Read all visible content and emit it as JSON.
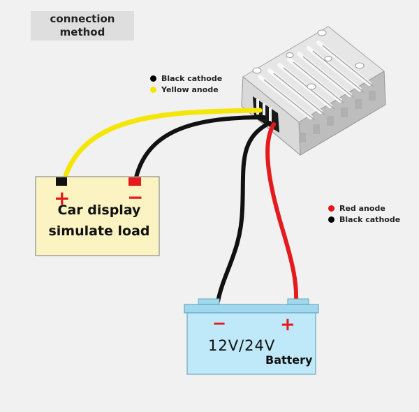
{
  "title": {
    "line1": "connection",
    "line2": "method"
  },
  "legend_top": {
    "black_label": "Black cathode",
    "yellow_label": "Yellow anode",
    "black_color": "#000000",
    "yellow_color": "#f2e600"
  },
  "legend_right": {
    "red_label": "Red anode",
    "black_label": "Black cathode",
    "red_color": "#e0141c",
    "black_color": "#000000"
  },
  "load": {
    "line1": "Car display",
    "line2": "simulate load",
    "plus": "+",
    "minus": "−",
    "fill": "#fbf4c2"
  },
  "battery": {
    "minus": "−",
    "plus": "+",
    "voltage": "12V/24V",
    "label": "Battery",
    "fill": "#bfe8f8"
  },
  "colors": {
    "wire_red": "#e41a1c",
    "wire_black": "#111111",
    "wire_yellow": "#f5e60a",
    "converter_body": "#d4d4d4"
  }
}
